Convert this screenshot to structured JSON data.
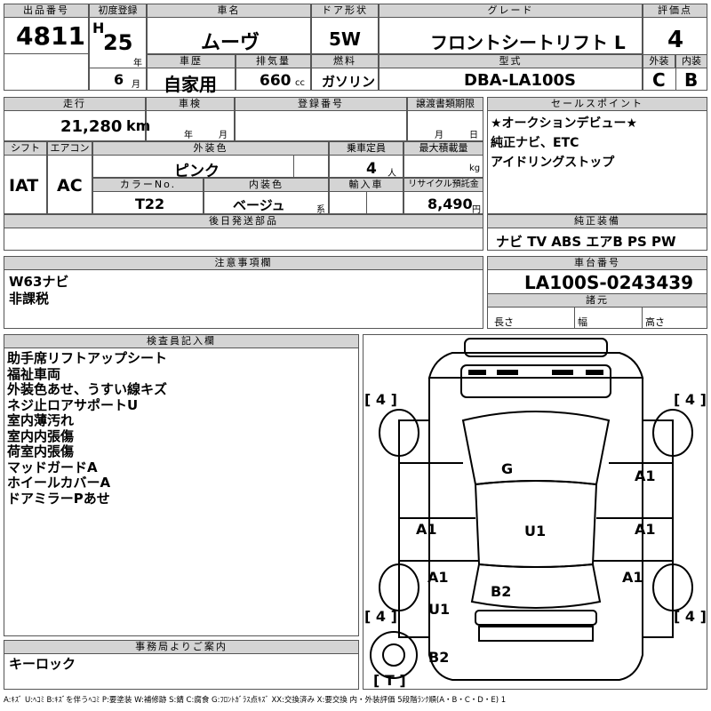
{
  "headers": {
    "lot_no": "出品番号",
    "first_reg": "初度登録",
    "car_name": "車名",
    "door": "ドア形状",
    "grade": "グレード",
    "score": "評価点",
    "history": "車歴",
    "displacement": "排気量",
    "fuel": "燃料",
    "model_code": "型式",
    "exterior": "外装",
    "interior": "内装",
    "mileage": "走行",
    "inspection": "車検",
    "reg_no": "登録番号",
    "transfer_deadline": "譲渡書類期限",
    "sales_point": "セールスポイント",
    "shift": "シフト",
    "aircon": "エアコン",
    "ext_color": "外装色",
    "seats": "乗車定員",
    "max_load": "最大積載量",
    "color_no": "カラーNo.",
    "int_color": "内装色",
    "import": "輸入車",
    "recycle": "リサイクル預託金",
    "later_parts": "後日発送部品",
    "oem_equip": "純正装備",
    "notes": "注意事項欄",
    "chassis_no": "車台番号",
    "specs": "諸元",
    "inspector": "検査員記入欄",
    "office": "事務局よりご案内"
  },
  "vehicle": {
    "lot_no": "4811",
    "era": "H",
    "year": "25",
    "year_unit": "年",
    "month": "6",
    "month_unit": "月",
    "car_name": "ムーヴ",
    "door": "5W",
    "grade": "フロントシートリフト L",
    "score": "4",
    "history": "自家用",
    "displacement": "660",
    "displacement_unit": "cc",
    "fuel": "ガソリン",
    "model_code": "DBA-LA100S",
    "exterior_grade": "C",
    "interior_grade": "B",
    "mileage": "21,280",
    "mileage_unit": "km",
    "inspection_year_unit": "年",
    "inspection_month_unit": "月",
    "transfer_month_unit": "月",
    "transfer_day_unit": "日",
    "shift": "IAT",
    "aircon": "AC",
    "ext_color": "ピンク",
    "seats": "4",
    "seats_unit": "人",
    "load_unit": "kg",
    "color_no": "T22",
    "int_color": "ベージュ",
    "int_color_unit": "系",
    "recycle": "8,490",
    "recycle_unit": "円",
    "equipment": "ナビ TV ABS エアB PS PW",
    "chassis_no": "LA100S-0243439",
    "spec_length": "長さ",
    "spec_width": "幅",
    "spec_height": "高さ"
  },
  "sales_points": "★オークションデビュー★\n純正ナビ、ETC\nアイドリングストップ",
  "notes": "W63ナビ\n非課税",
  "inspector_notes": "助手席リフトアップシート\n福祉車両\n外装色あせ、うすい線キズ\nネジ止ロアサポートU\n室内薄汚れ\n室内内張傷\n荷室内張傷\nマッドガードA\nホイールカバーA\nドアミラーPあせ",
  "office_notes": "キーロック",
  "diagram": {
    "tire_fl": "[ 4 ]",
    "tire_fr": "[ 4 ]",
    "tire_rl": "[ 4 ]",
    "tire_rr": "[ 4 ]",
    "tire_spare": "[ T ]",
    "marks": {
      "windshield": "G",
      "roof": "U1",
      "front_right_fender": "A1",
      "left_front_door": "A1",
      "right_front_door": "A1",
      "left_rear_door": "A1",
      "right_rear_door": "A1",
      "rear_roof": "B2",
      "left_quarter": "U1",
      "rear_bumper": "B2"
    }
  },
  "footer": "A:ｷｽﾞ U:ﾍｺﾐ B:ｷｽﾞを伴うﾍｺﾐ P:要塗装 W:補修跡 S:錆 C:腐食 G:ﾌﾛﾝﾄｶﾞﾗｽ点ｷｽﾞ XX:交換済み X:要交換 内・外装評価 5段階ﾗﾝｸ順(A・B・C・D・E) 1"
}
